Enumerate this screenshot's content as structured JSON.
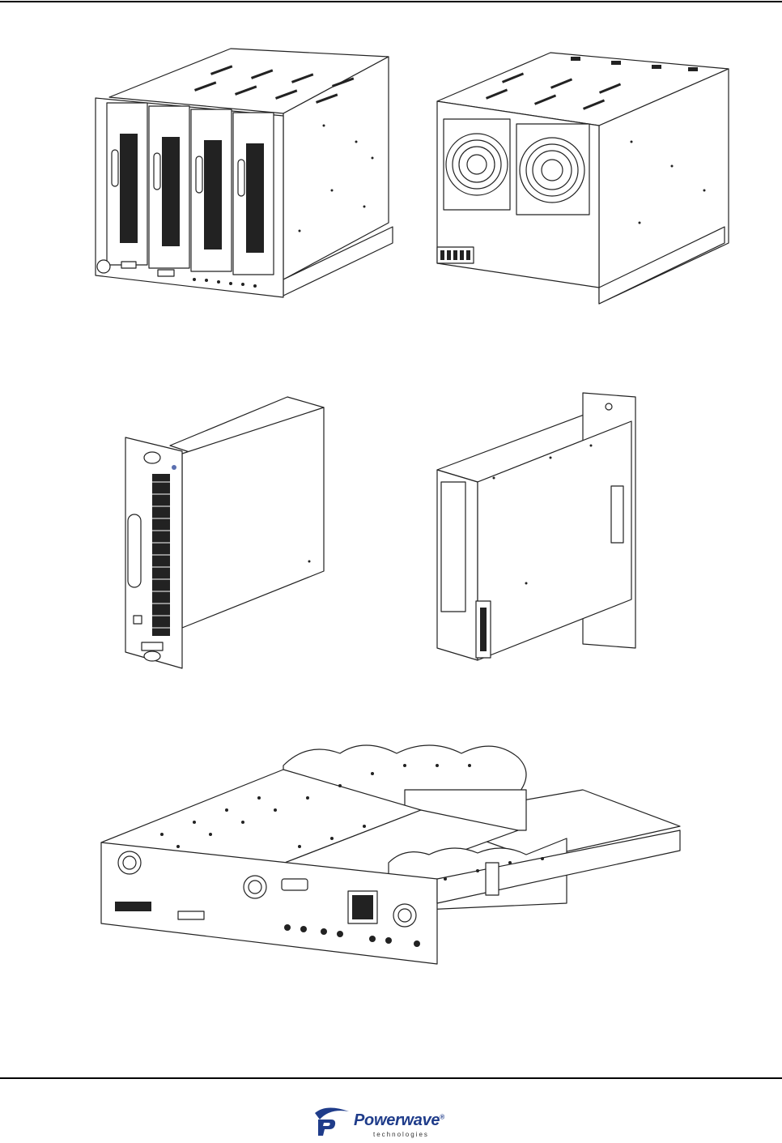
{
  "page": {
    "figures": [
      {
        "id": "subrack-front",
        "icon": "amplifier-subrack-front-drawing"
      },
      {
        "id": "subrack-rear",
        "icon": "amplifier-subrack-rear-fans-drawing"
      },
      {
        "id": "module-front",
        "icon": "plugin-module-front-drawing"
      },
      {
        "id": "module-rear",
        "icon": "plugin-module-rear-drawing"
      },
      {
        "id": "combiner-shelf",
        "icon": "combiner-shelf-drawing"
      }
    ]
  },
  "footer": {
    "logo_word": "Powerwave",
    "logo_registered": "®",
    "logo_sub": "technologies",
    "brand_color": "#1f3c8a"
  }
}
